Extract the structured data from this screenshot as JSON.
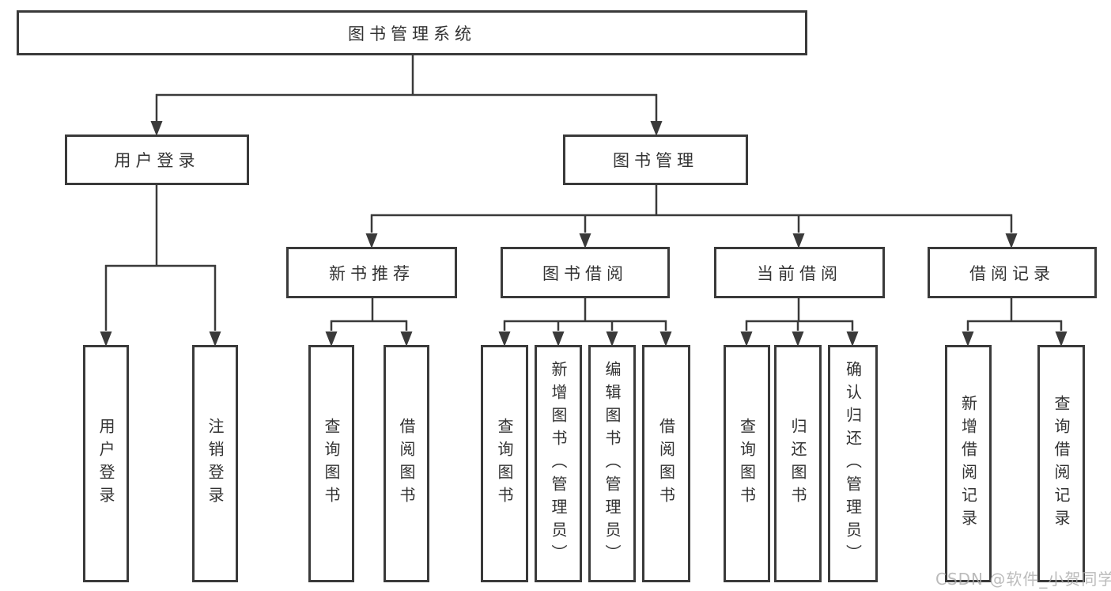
{
  "diagram": {
    "type": "hierarchy-tree",
    "tree": {
      "label": "图书管理系统",
      "children": [
        {
          "label": "用户登录",
          "children": [
            {
              "label": "用户登录"
            },
            {
              "label": "注销登录"
            }
          ]
        },
        {
          "label": "图书管理",
          "children": [
            {
              "label": "新书推荐",
              "children": [
                {
                  "label": "查询图书"
                },
                {
                  "label": "借阅图书"
                }
              ]
            },
            {
              "label": "图书借阅",
              "children": [
                {
                  "label": "查询图书"
                },
                {
                  "label": "新增图书（管理员）"
                },
                {
                  "label": "编辑图书（管理员）"
                },
                {
                  "label": "借阅图书"
                }
              ]
            },
            {
              "label": "当前借阅",
              "children": [
                {
                  "label": "查询图书"
                },
                {
                  "label": "归还图书"
                },
                {
                  "label": "确认归还（管理员）"
                }
              ]
            },
            {
              "label": "借阅记录",
              "children": [
                {
                  "label": "新增借阅记录"
                },
                {
                  "label": "查询借阅记录"
                }
              ]
            }
          ]
        }
      ]
    },
    "colors": {
      "line": "#3a3a3a",
      "box_border": "#3a3a3a",
      "text": "#333333",
      "background": "#ffffff",
      "watermark": "#aaaaaa"
    }
  },
  "watermark": {
    "text": "CSDN @软件_小贺同学"
  }
}
